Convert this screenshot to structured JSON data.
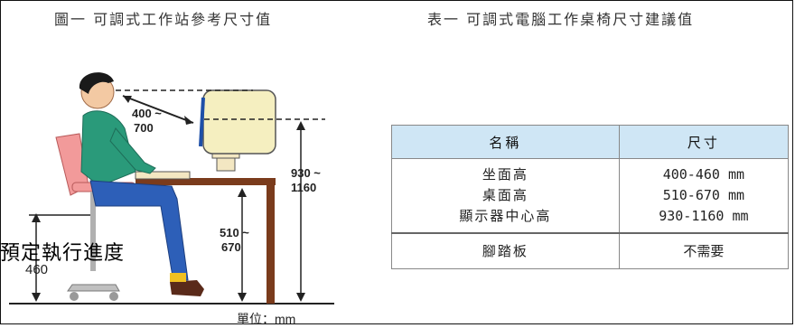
{
  "figure": {
    "caption": "圖一 可調式工作站參考尺寸值",
    "labels": {
      "eye_distance_top": "400 ~",
      "eye_distance_bottom": "700",
      "monitor_height_top": "930 ~",
      "monitor_height_bottom": "1160",
      "desk_height_top": "510 ~",
      "desk_height_bottom": "670",
      "seat_height_bottom": "460"
    },
    "unit": "單位：mm",
    "overlay_text": "預定執行進度"
  },
  "table": {
    "caption": "表一 可調式電腦工作桌椅尺寸建議值",
    "header": {
      "name": "名稱",
      "size": "尺寸"
    },
    "rows": [
      {
        "name": "坐面高",
        "size": "400-460 mm"
      },
      {
        "name": "桌面高",
        "size": "510-670 mm"
      },
      {
        "name": "顯示器中心高",
        "size": "930-1160 mm"
      },
      {
        "name": "腳踏板",
        "size": "不需要"
      }
    ]
  }
}
